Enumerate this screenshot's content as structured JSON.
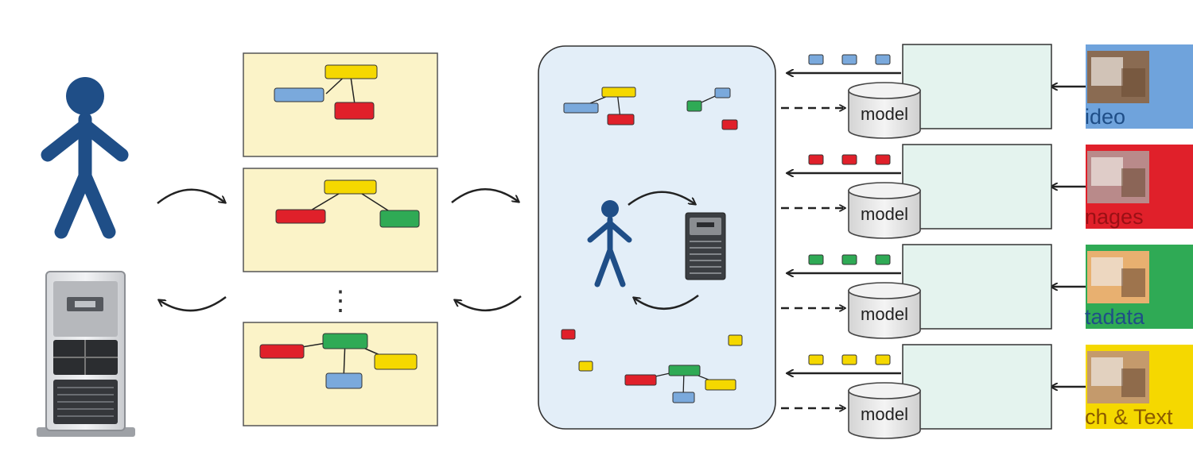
{
  "palette": {
    "blue": "#7aa9dc",
    "yellow": "#f5d800",
    "red": "#e0202a",
    "green": "#2faa55",
    "navy": "#1f4e87",
    "panel_yellow": "#fbf3c8",
    "hub_blue": "#e3eef8",
    "mint": "#e4f3ee"
  },
  "icons": {
    "person": "person-icon",
    "server": "server-tower-icon",
    "database": "database-cylinder-icon",
    "cycle": "curved-arrow-icon"
  },
  "sources": [
    {
      "key": "video",
      "label": "ideo",
      "db_label": "model",
      "color": "#6fa3dc",
      "text_color": "#1f4e87",
      "thumb": "video-thumbnail-image",
      "packet_color": "#7aa9dc"
    },
    {
      "key": "images",
      "label": "nages",
      "db_label": "model",
      "color": "#e0202a",
      "text_color": "#9a1015",
      "thumb": "images-thumbnail-image",
      "packet_color": "#e0202a"
    },
    {
      "key": "metadata",
      "label": "tadata",
      "db_label": "model",
      "color": "#2faa55",
      "text_color": "#1f4e87",
      "thumb": "metadata-thumbnail-image",
      "packet_color": "#2faa55"
    },
    {
      "key": "speech",
      "label": "ch & Text",
      "db_label": "model",
      "color": "#f5d800",
      "text_color": "#8a5a00",
      "thumb": "speech-thumbnail-image",
      "packet_color": "#f5d800"
    }
  ],
  "ellipsis": "⋮"
}
